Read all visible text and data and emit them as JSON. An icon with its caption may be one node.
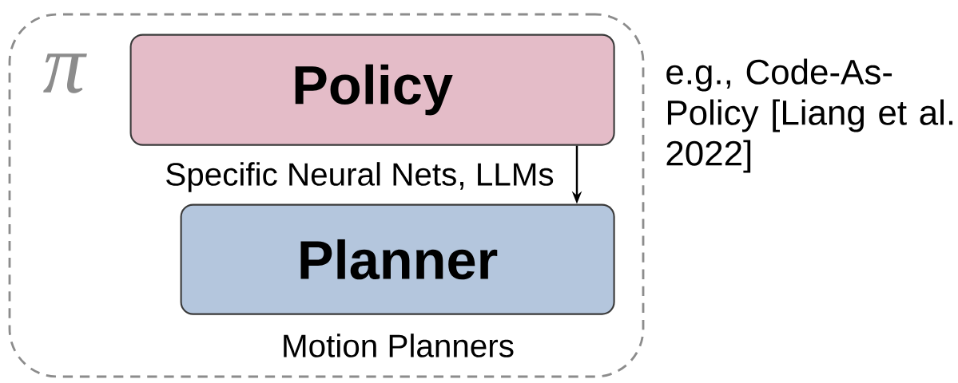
{
  "diagram": {
    "nodes": [
      {
        "text": [
          "π"
        ],
        "beside": [
          "e.g., Code-As-Policy [Liang et al. 2022]"
        ]
      },
      {
        "text": [
          "Policy"
        ],
        "in": 0,
        "beside": [
          "Specific Neural Nets, LLMs"
        ]
      },
      {
        "text": [
          "Planner"
        ],
        "in": 0,
        "beside": [
          "Motion Planners"
        ]
      }
    ],
    "edges": [
      {
        "from": 1,
        "to": 2,
        "arrow": "to"
      }
    ]
  }
}
